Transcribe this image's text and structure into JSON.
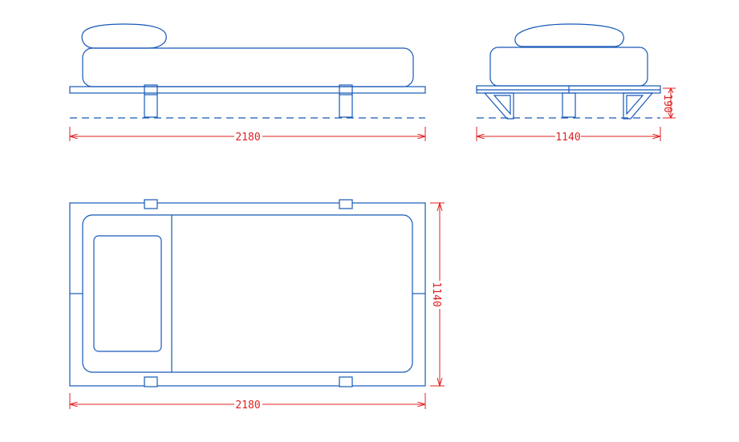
{
  "drawing": {
    "colors": {
      "outline": "#1659b8",
      "dimension": "#e02020",
      "background": "#ffffff"
    },
    "dimensions": {
      "side_length": "2180",
      "front_width": "1140",
      "front_height": "190",
      "plan_width": "1140",
      "plan_length": "2180"
    }
  }
}
